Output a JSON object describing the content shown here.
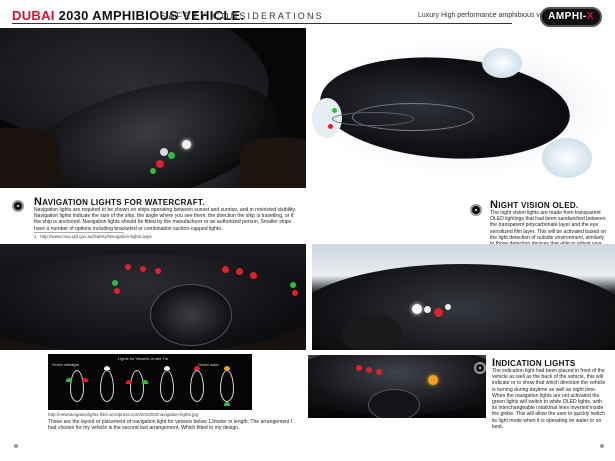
{
  "header": {
    "brand": "DUBAI",
    "title": "2030 AMPHIBIOUS VEHICLE.",
    "subtitle": "SAFETY CONSIDERATIONS",
    "tagline": "Luxury High performance amphibious vehicle.",
    "logo_main": "AMPHI-",
    "logo_accent": "X"
  },
  "navigation_lights": {
    "heading_cap": "N",
    "heading_rest": "AVIGATION LIGHTS FOR WATERCRAFT.",
    "paragraph": "Navigation lights are required to be shown on ships operating between sunset and sunrise, and in restricted visibility. Navigation lights indicate the size of the ship, the angle where you see them, the direction the ship is travelling, or if the ship is anchored. Navigation lights should be fitted by the manufacturer or an authorized person. Smaller ships have a number of options including bracketed or combination suction-capped lights.",
    "footnote_num": "1",
    "footnote_url": "http://www.msa.qld.gov.au/Safety/Navigation-lights.aspx"
  },
  "night_vision": {
    "heading_cap": "N",
    "heading_rest": "IGHT VISION OLED.",
    "paragraph": "The night vision lights are made from transparent OLED lightings that had been sandwiched between the transparent polycarbonate layer and the eye sensitized film layer. This will be activated based on the light detection of outside environment, similarly to those detection devices that able to adjust your laptop brightness based on your surroundings. This night vision will allow other mankind craft to identify you better at night. These lightings are influenced by glowing jellyfish."
  },
  "diagram": {
    "title": "Lights for Vessels Under 7m",
    "label_left": "Green sidelight",
    "label_right": "Green sidel.",
    "url": "http://newnavigationlights.files.wordpress.com/2010/02/navigation-lights.jpg",
    "caption": "These are the layout or placement of navigation light for vessels below 12meter in length. The arrangement I had chosen for my vehicle is the second last arrangement, Which fitted to my design."
  },
  "indication_lights": {
    "heading_cap": "I",
    "heading_rest": "NDICATION LIGHTS",
    "paragraph": "The indication light had been placed in front of the vehicle as well as the back of the vehicle, this will indicate or to show that which direction the vehicle is turning during daytime as well as night time. When the navigation lights are not activated the green lights will switch to white OLED lights, with its interchangeable rotational lines inverted inside the globe. This will allow the user to quickly switch its light mode when it is operating on water or on land."
  },
  "colors": {
    "accent_red": "#d2122e",
    "nav_green": "#2bbf3c",
    "nav_red": "#e0202a",
    "nav_white": "#ffffff",
    "amber": "#f0a020"
  }
}
